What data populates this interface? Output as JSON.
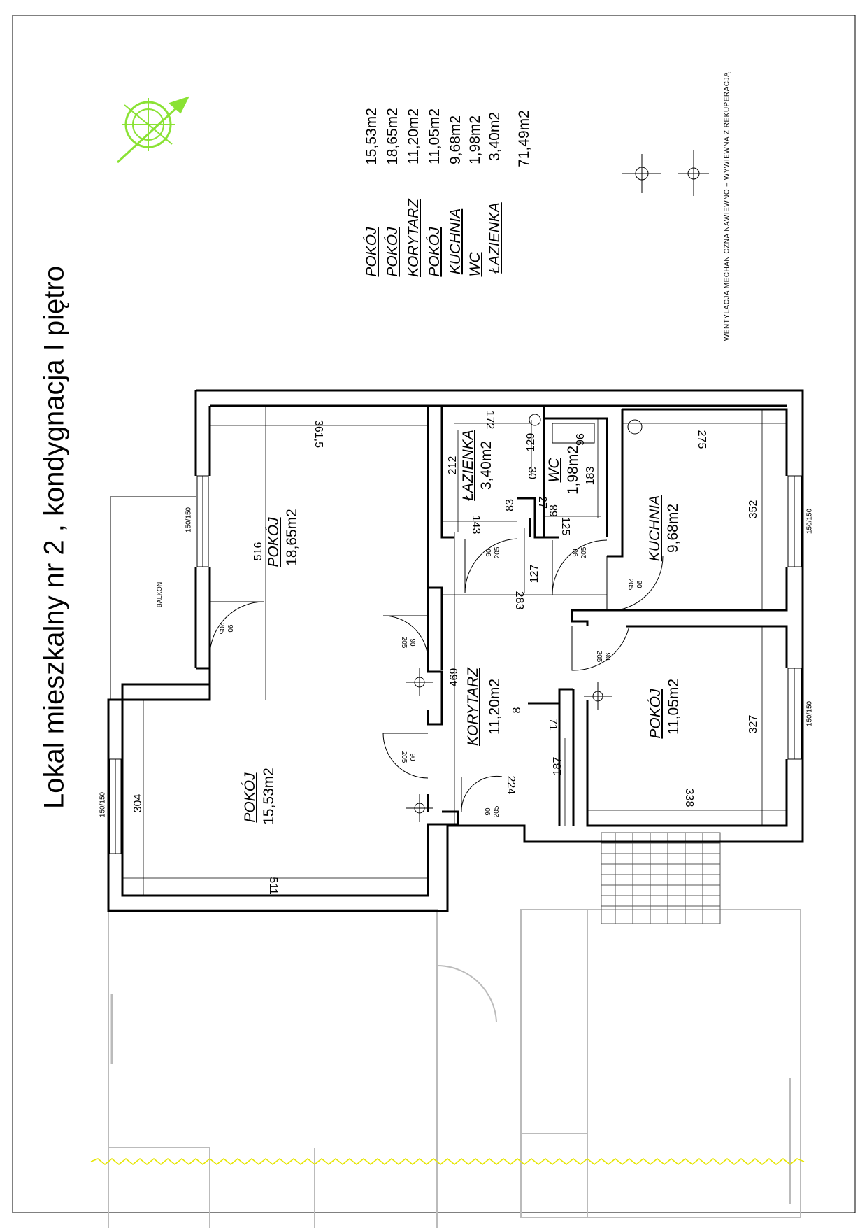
{
  "title": "Lokal mieszkalny  nr 2 , kondygnacja I piętro",
  "summary": [
    {
      "name": "POKÓJ",
      "area": "15,53m2"
    },
    {
      "name": "POKÓJ",
      "area": "18,65m2"
    },
    {
      "name": "KORYTARZ",
      "area": "11,20m2"
    },
    {
      "name": "POKÓJ",
      "area": "11,05m2"
    },
    {
      "name": "KUCHNIA",
      "area": "9,68m2"
    },
    {
      "name": "WC",
      "area": "1,98m2"
    },
    {
      "name": "ŁAZIENKA",
      "area": "3,40m2"
    }
  ],
  "total_area": "71,49m2",
  "legend_text": "WENTYLACJA  MECHANICZNA  NAWIEWNO  –  WYWIEWNA  Z  REKUPERACJĄ",
  "rooms": {
    "pokoj1": {
      "name": "POKÓJ",
      "area": "15,53m2"
    },
    "pokoj2": {
      "name": "POKÓJ",
      "area": "18,65m2"
    },
    "korytarz": {
      "name": "KORYTARZ",
      "area": "11,20m2"
    },
    "pokoj3": {
      "name": "POKÓJ",
      "area": "11,05m2"
    },
    "kuchnia": {
      "name": "KUCHNIA",
      "area": "9,68m2"
    },
    "wc": {
      "name": "WC",
      "area": "1,98m2"
    },
    "lazienka": {
      "name": "ŁAZIENKA",
      "area": "3,40m2"
    },
    "balkon": {
      "name": "BALKON"
    }
  },
  "dims": {
    "d511": "511",
    "d304": "304",
    "d516": "516",
    "d3615": "361,5",
    "d469": "469",
    "d283": "283",
    "d127": "127",
    "d187": "187",
    "d224": "224",
    "d71": "71",
    "d8": "8",
    "d143": "143",
    "d83": "83",
    "d212": "212",
    "d172": "172",
    "d129": "129",
    "d30": "30",
    "d27": "27",
    "d68": "68",
    "d125": "125",
    "d183": "183",
    "d96": "96",
    "d275": "275",
    "d352": "352",
    "d327": "327",
    "d338": "338"
  },
  "door_label": {
    "w": "90",
    "h": "205"
  },
  "window_label": "150/150"
}
